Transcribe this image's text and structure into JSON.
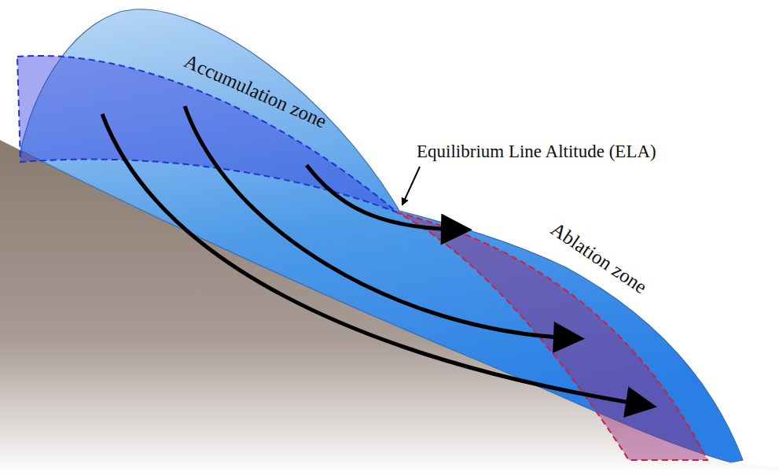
{
  "diagram": {
    "labels": [
      "Accumulation zone",
      "Equilibrium Line Altitude (ELA)",
      "Ablation zone"
    ]
  }
}
